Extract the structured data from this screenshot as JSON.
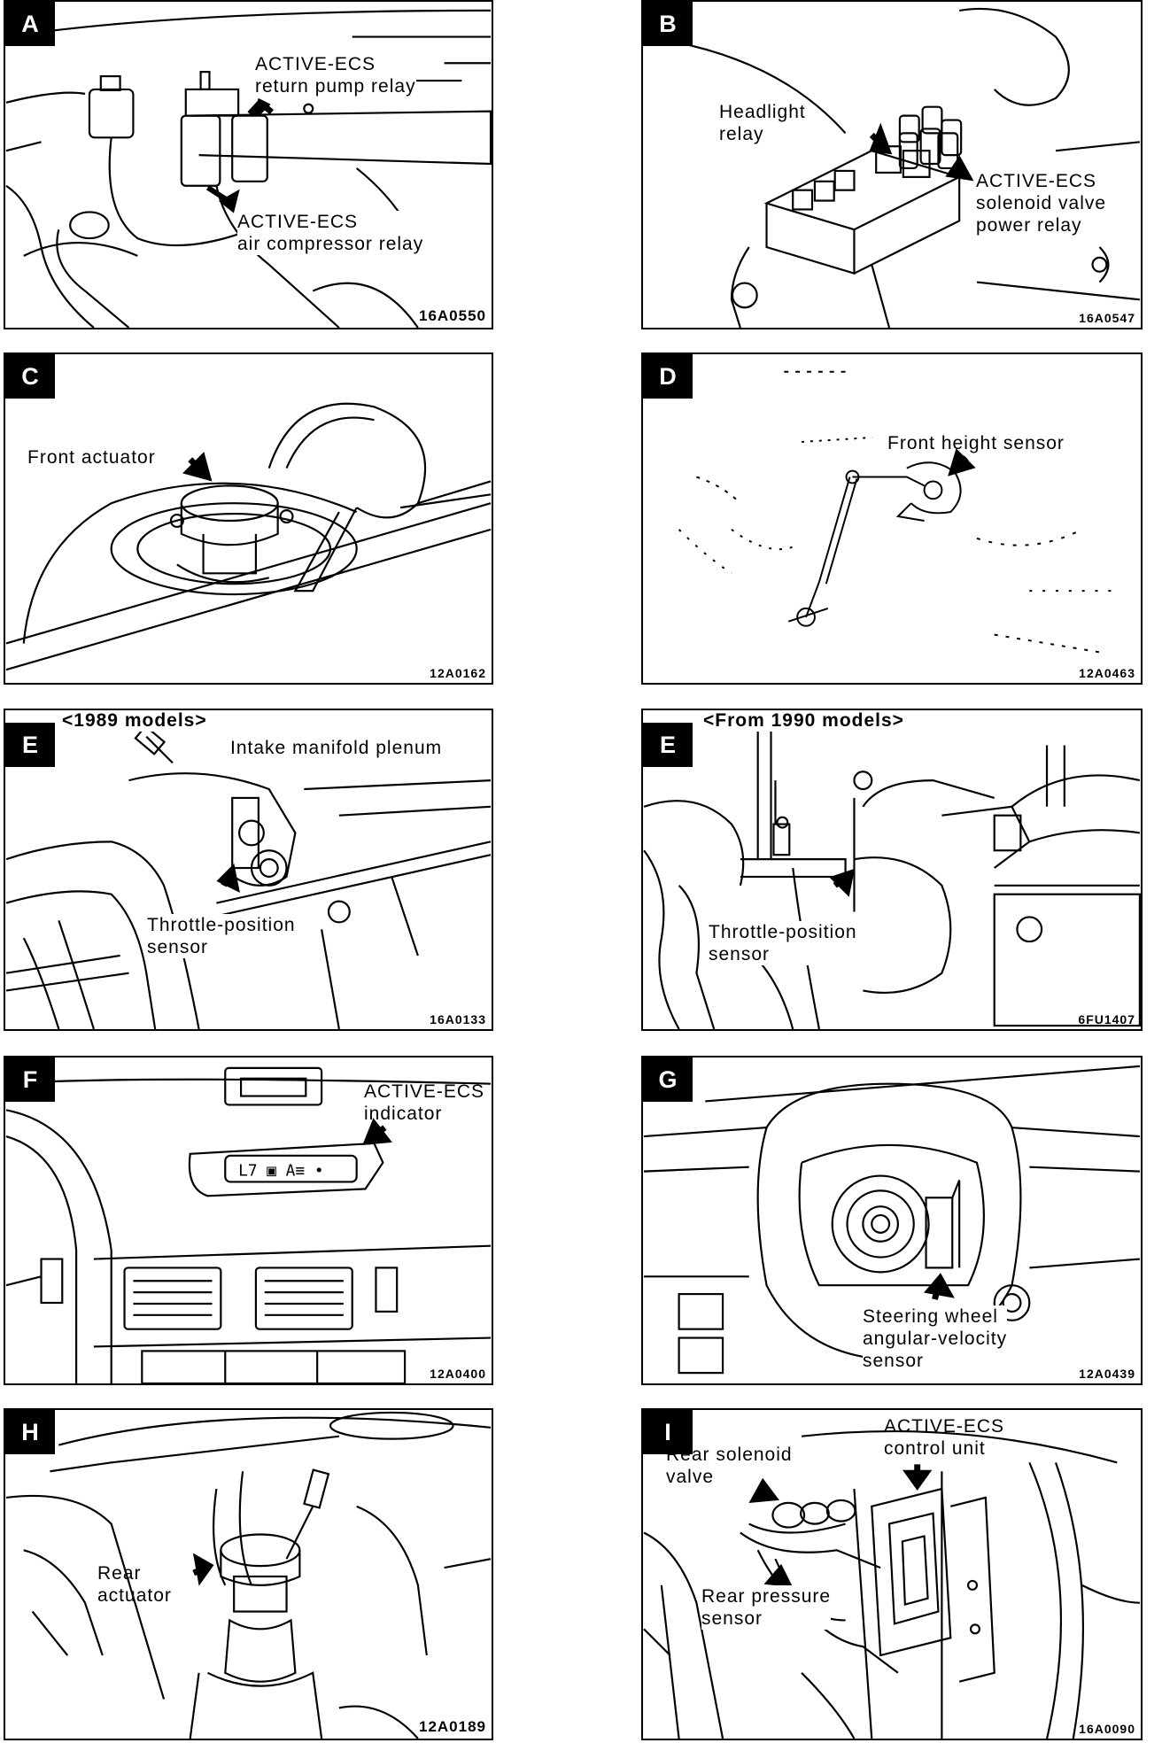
{
  "panels": {
    "a": {
      "letter": "A",
      "labels": [
        "ACTIVE-ECS\nreturn pump relay",
        "ACTIVE-ECS\nair compressor relay"
      ],
      "code": "16A0550"
    },
    "b": {
      "letter": "B",
      "labels": [
        "Headlight\nrelay",
        "ACTIVE-ECS\nsolenoid valve\npower relay"
      ],
      "code": "16A0547"
    },
    "c": {
      "letter": "C",
      "labels": [
        "Front actuator"
      ],
      "code": "12A0162"
    },
    "d": {
      "letter": "D",
      "labels": [
        "Front height sensor"
      ],
      "code": "12A0463"
    },
    "e1": {
      "letter": "E",
      "subtitle": "<1989 models>",
      "labels": [
        "Intake manifold plenum",
        "Throttle-position\nsensor"
      ],
      "code": "16A0133"
    },
    "e2": {
      "letter": "E",
      "subtitle": "<From 1990 models>",
      "labels": [
        "Throttle-position\nsensor"
      ],
      "code": "6FU1407"
    },
    "f": {
      "letter": "F",
      "labels": [
        "ACTIVE-ECS\nindicator"
      ],
      "code": "12A0400"
    },
    "g": {
      "letter": "G",
      "labels": [
        "Steering wheel\nangular-velocity\nsensor"
      ],
      "code": "12A0439"
    },
    "h": {
      "letter": "H",
      "labels": [
        "Rear\nactuator"
      ],
      "code": "12A0189"
    },
    "i": {
      "letter": "I",
      "labels": [
        "ACTIVE-ECS\ncontrol unit",
        "Rear solenoid\nvalve",
        "Rear pressure\nsensor"
      ],
      "code": "16A0090"
    }
  }
}
